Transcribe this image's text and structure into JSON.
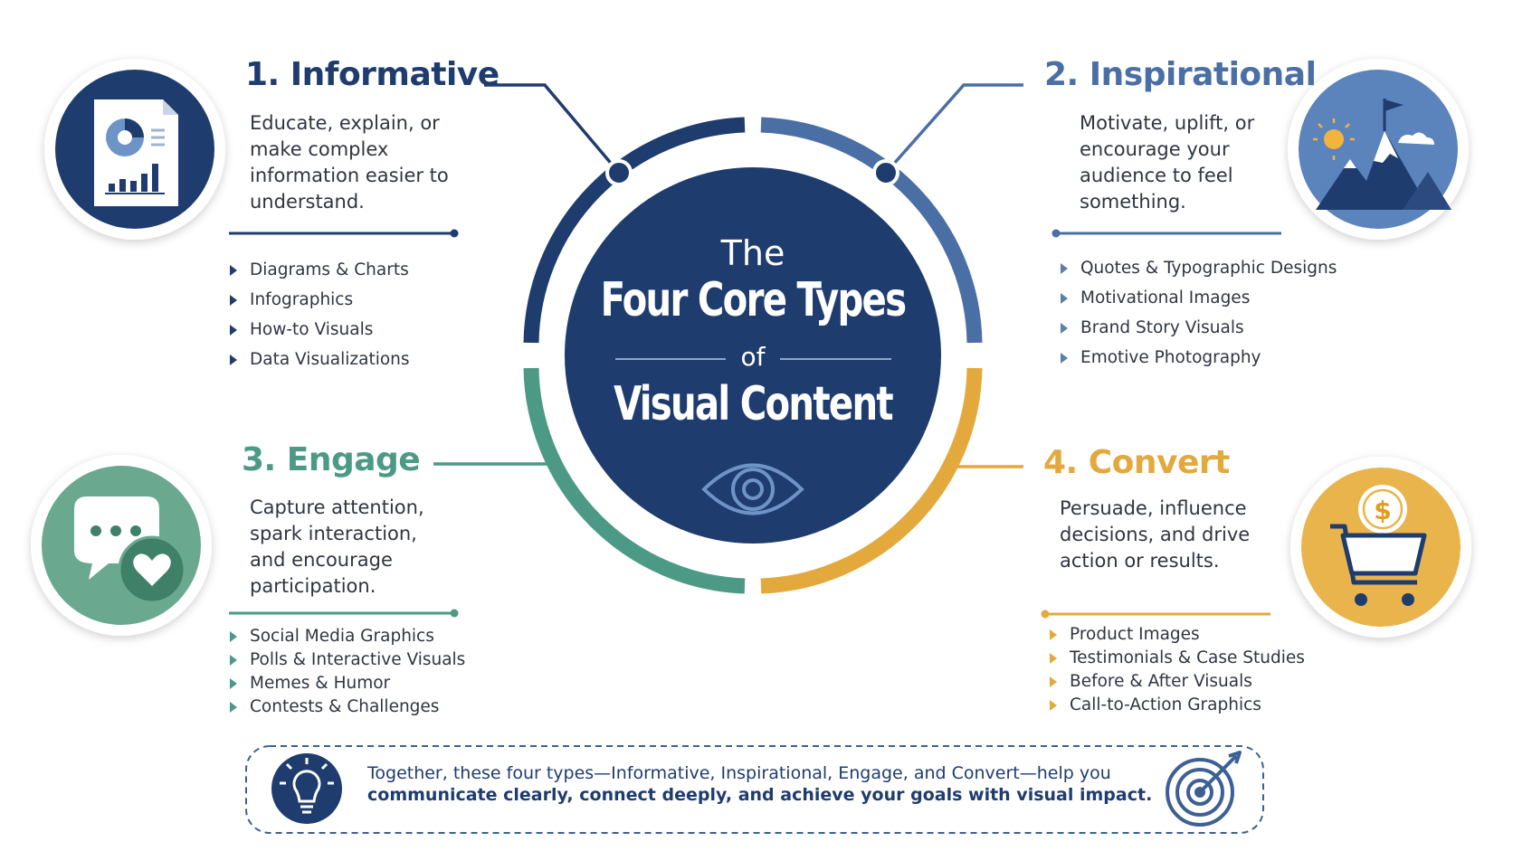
{
  "center": {
    "line1": "The",
    "line2": "Four Core Types",
    "line3": "of",
    "line4": "Visual Content"
  },
  "types": [
    {
      "title": "1. Informative",
      "color": "#1f3c6e",
      "icon": "document-chart-icon",
      "description": "Educate, explain, or make complex information easier to understand.",
      "items": [
        "Diagrams & Charts",
        "Infographics",
        "How-to Visuals",
        "Data Visualizations"
      ]
    },
    {
      "title": "2. Inspirational",
      "color": "#4a6fa5",
      "icon": "mountain-flag-icon",
      "description": "Motivate, uplift, or encourage your audience to feel something.",
      "items": [
        "Quotes & Typographic Designs",
        "Motivational Images",
        "Brand Story Visuals",
        "Emotive Photography"
      ]
    },
    {
      "title": "3. Engage",
      "color": "#4c9a85",
      "icon": "chat-heart-icon",
      "description": "Capture attention, spark interaction, and encourage participation.",
      "items": [
        "Social Media Graphics",
        "Polls & Interactive Visuals",
        "Memes & Humor",
        "Contests & Challenges"
      ]
    },
    {
      "title": "4. Convert",
      "color": "#e3a93c",
      "icon": "shopping-cart-dollar-icon",
      "description": "Persuade, influence decisions, and drive action or results.",
      "items": [
        "Product Images",
        "Testimonials & Case Studies",
        "Before & After Visuals",
        "Call-to-Action Graphics"
      ]
    }
  ],
  "footer": {
    "line1": "Together, these four types—Informative, Inspirational, Engage, and Convert—help you",
    "line2": "communicate clearly, connect deeply, and achieve your goals with visual impact.",
    "left_icon": "lightbulb-icon",
    "right_icon": "target-arrow-icon"
  }
}
